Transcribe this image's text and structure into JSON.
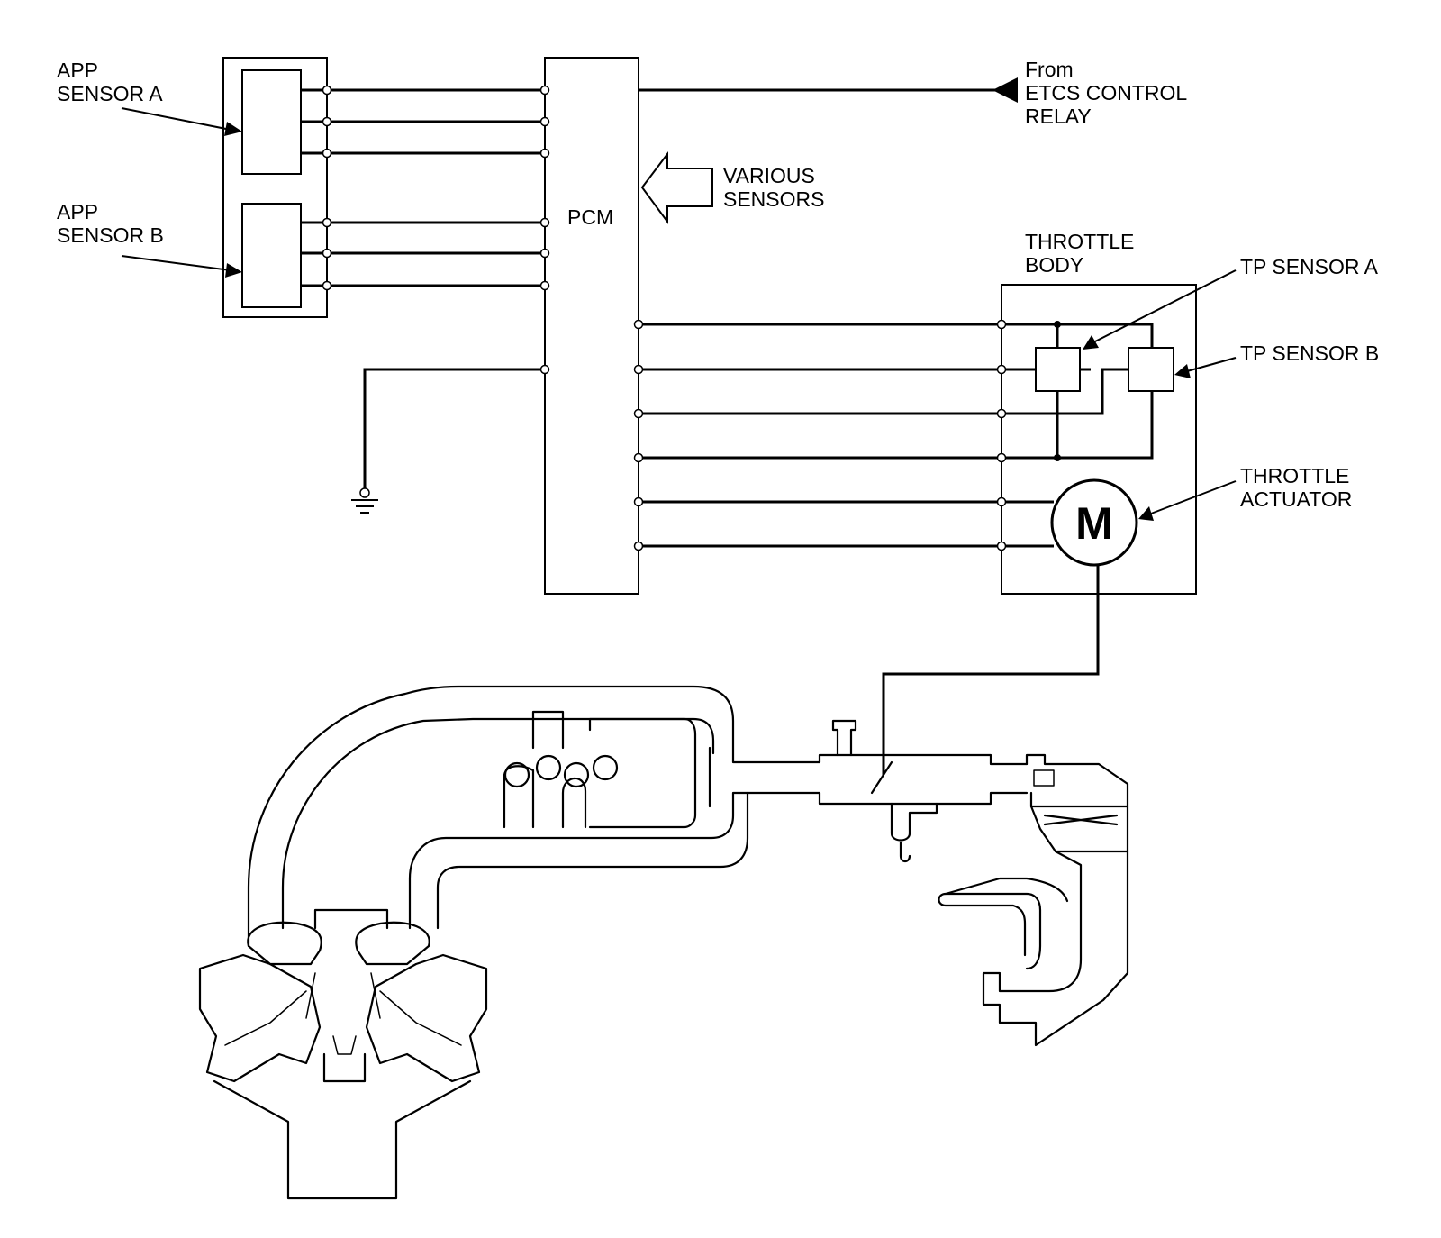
{
  "labels": {
    "app_sensor_a": [
      "APP",
      "SENSOR A"
    ],
    "app_sensor_b": [
      "APP",
      "SENSOR B"
    ],
    "pcm": "PCM",
    "from_relay": [
      "From",
      "ETCS CONTROL",
      "RELAY"
    ],
    "various_sensors": [
      "VARIOUS",
      "SENSORS"
    ],
    "throttle_body": [
      "THROTTLE",
      "BODY"
    ],
    "tp_sensor_a": "TP SENSOR A",
    "tp_sensor_b": "TP SENSOR B",
    "throttle_actuator": [
      "THROTTLE",
      "ACTUATOR"
    ],
    "motor": "M"
  }
}
